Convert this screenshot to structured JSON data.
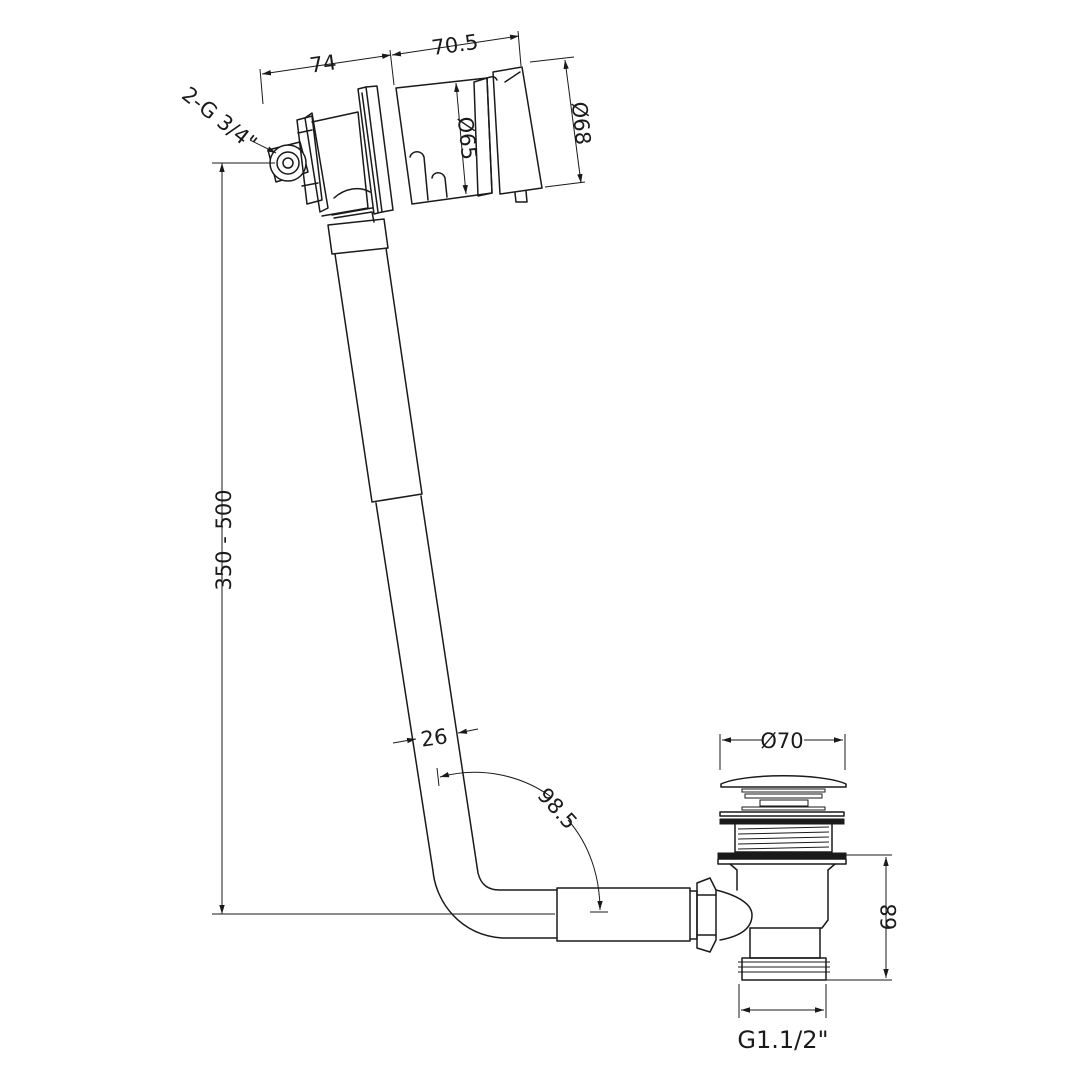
{
  "dimensions": {
    "width_74": "74",
    "width_70_5": "70.5",
    "diameter_65": "Ø65",
    "diameter_68": "Ø68",
    "inlet_thread": "2-G 3/4\"",
    "height_range": "350 - 500",
    "pipe_diameter": "26",
    "radius_98_5": "98.5",
    "waste_cap_diameter": "Ø70",
    "waste_height": "68",
    "outlet_thread": "G1.1/2\""
  }
}
